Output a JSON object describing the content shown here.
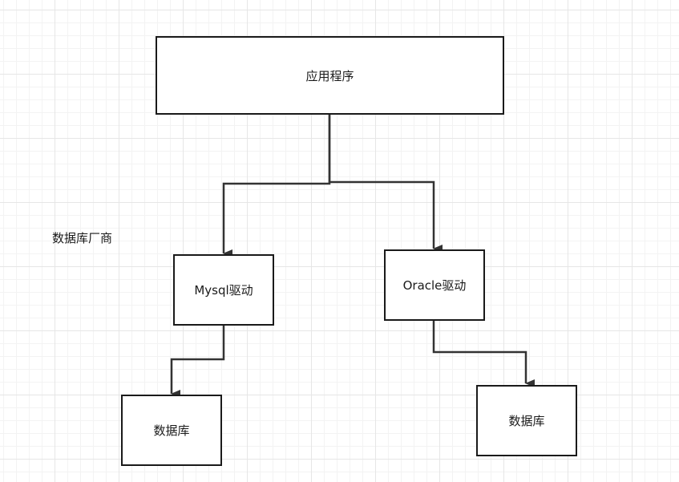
{
  "diagram": {
    "nodes": {
      "app": "应用程序",
      "mysql_driver": "Mysql驱动",
      "oracle_driver": "Oracle驱动",
      "mysql_db": "数据库",
      "oracle_db": "数据库"
    },
    "side_label": "数据库厂商",
    "colors": {
      "stroke": "#1a1a1a",
      "edge": "#333333",
      "grid": "#e6e6e6"
    }
  }
}
